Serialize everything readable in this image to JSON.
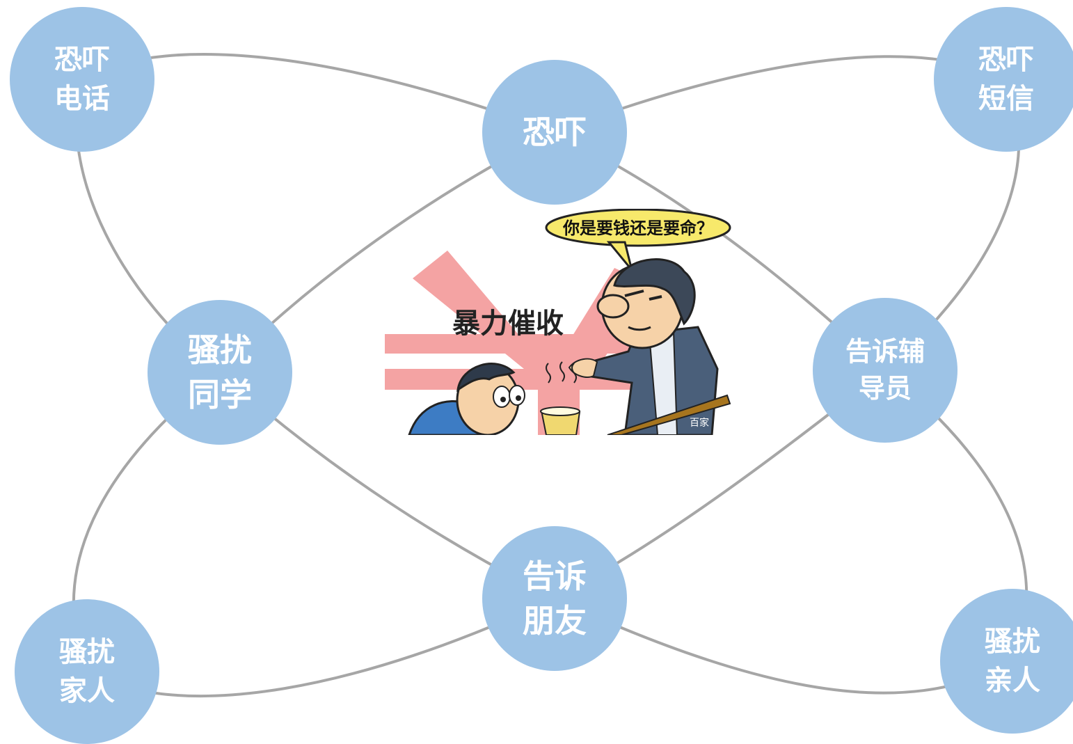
{
  "nodes": {
    "top_left": "恐吓\n电话",
    "top_center": "恐吓",
    "top_right": "恐吓\n短信",
    "mid_left": "骚扰\n同学",
    "mid_right": "告诉辅\n导员",
    "bottom_center": "告诉\n朋友",
    "bottom_left": "骚扰\n家人",
    "bottom_right": "骚扰\n亲人"
  },
  "illustration": {
    "speech": "你是要钱还是要命？",
    "title": "暴力催收",
    "watermark": "百家"
  },
  "colors": {
    "node_fill": "#9dc3e6",
    "node_text": "#ffffff",
    "connector": "#a6a6a6",
    "yen_pink": "#f4a3a3",
    "bubble": "#f7e96b"
  }
}
